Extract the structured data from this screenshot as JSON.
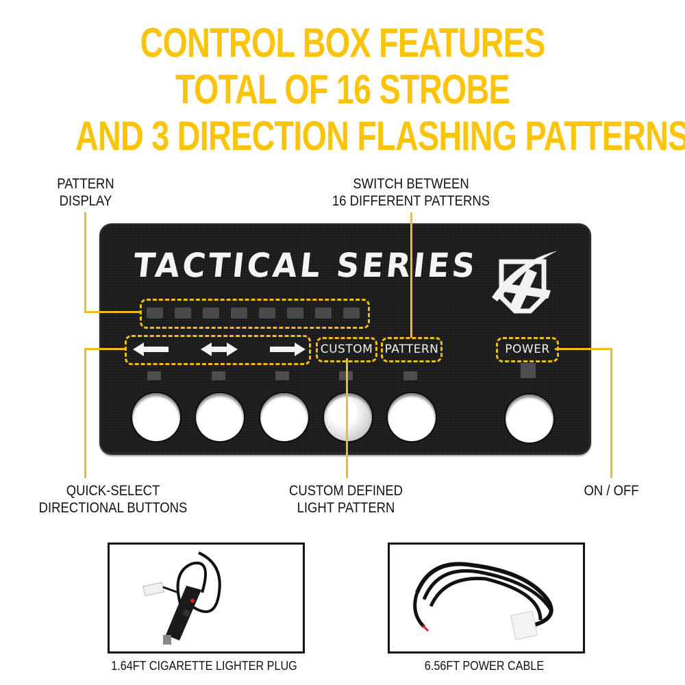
{
  "headline": {
    "lines": [
      "CONTROL BOX FEATURES",
      "TOTAL OF 16 STROBE",
      "AND 3 DIRECTION FLASHING PATTERNS"
    ],
    "color": "#fcc30b"
  },
  "callouts": {
    "pattern_display": [
      "PATTERN",
      "DISPLAY"
    ],
    "switch_patterns": [
      "SWITCH BETWEEN",
      "16 DIFFERENT PATTERNS"
    ],
    "quick_select": [
      "QUICK-SELECT",
      "DIRECTIONAL BUTTONS"
    ],
    "custom_defined": [
      "CUSTOM DEFINED",
      "LIGHT PATTERN"
    ],
    "on_off": [
      "ON / OFF"
    ]
  },
  "control_box": {
    "brand": "TACTICAL SERIES",
    "logo": "shield-x-logo",
    "pattern_leds": 8,
    "direction_arrows": [
      "arrow-left-icon",
      "arrow-both-icon",
      "arrow-right-icon"
    ],
    "button_labels": {
      "custom": "CUSTOM",
      "pattern": "PATTERN",
      "power": "POWER"
    },
    "buttons": [
      "left",
      "both",
      "right",
      "custom",
      "pattern",
      "power"
    ],
    "accent": "#f2bd14"
  },
  "accessories": [
    {
      "caption": "1.64FT CIGARETTE LIGHTER PLUG",
      "icon": "cigarette-plug-cable-icon"
    },
    {
      "caption": "6.56FT POWER CABLE",
      "icon": "power-cable-icon"
    }
  ]
}
